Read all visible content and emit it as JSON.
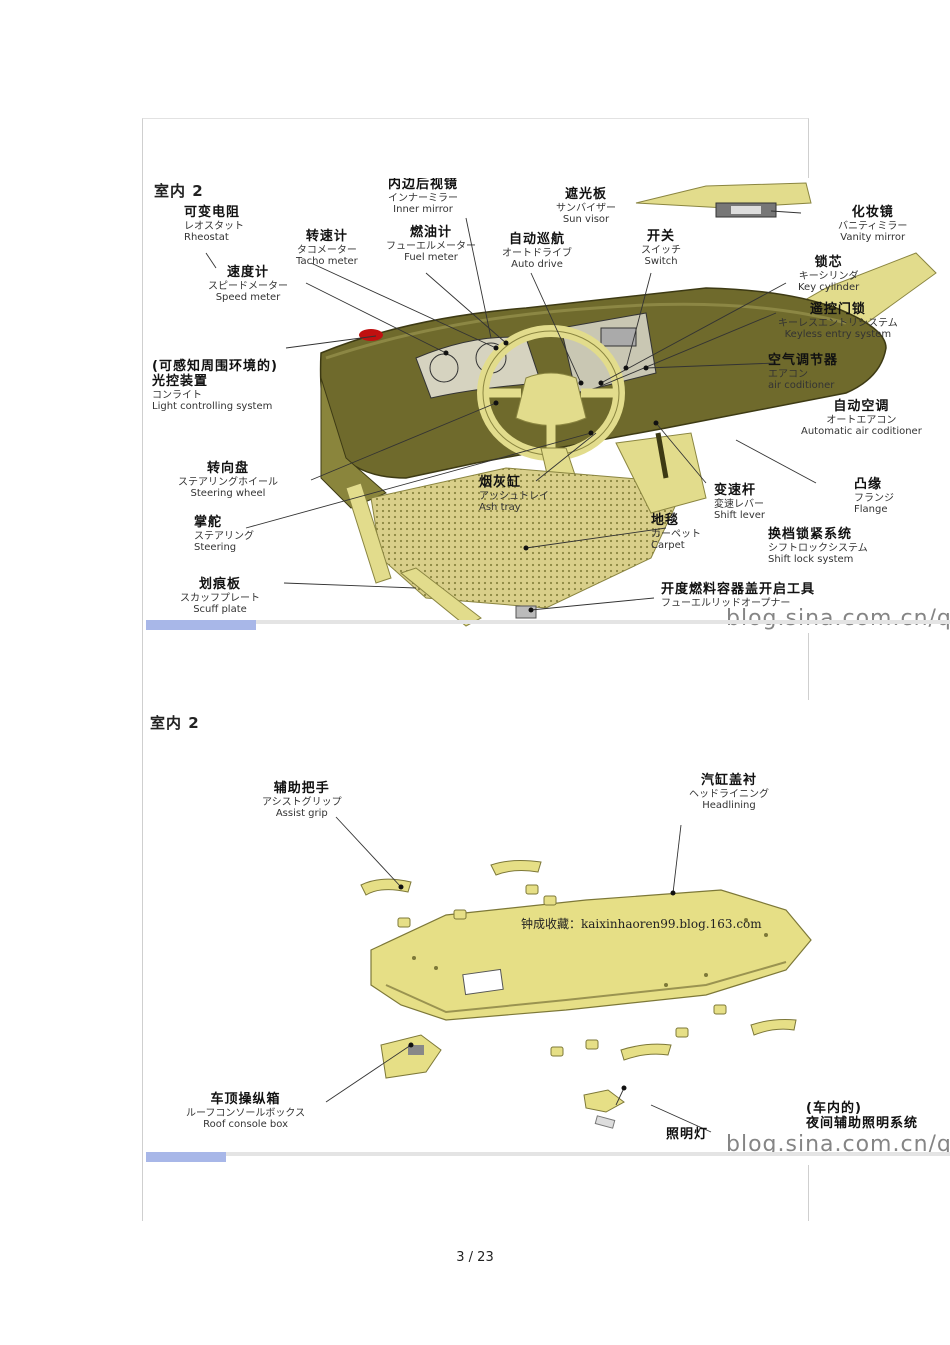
{
  "panel1": {
    "title": "室内 2",
    "labels": {
      "rheostat": {
        "zh": "可变电阻",
        "ja": "レオスタット",
        "en": "Rheostat"
      },
      "speed": {
        "zh": "速度计",
        "ja": "スピードメーター",
        "en": "Speed meter"
      },
      "tacho": {
        "zh": "转速计",
        "ja": "タコメーター",
        "en": "Tacho meter"
      },
      "mirror": {
        "zh": "内边后视镜",
        "ja": "インナーミラー",
        "en": "Inner mirror"
      },
      "fuel": {
        "zh": "燃油计",
        "ja": "フューエルメーター",
        "en": "Fuel meter"
      },
      "auto_drive": {
        "zh": "自动巡航",
        "ja": "オートドライブ",
        "en": "Auto drive"
      },
      "sun_visor": {
        "zh": "遮光板",
        "ja": "サンバイザー",
        "en": "Sun visor"
      },
      "switch": {
        "zh": "开关",
        "ja": "スイッチ",
        "en": "Switch"
      },
      "vanity": {
        "zh": "化妆镜",
        "ja": "バニティミラー",
        "en": "Vanity mirror"
      },
      "key_cyl": {
        "zh": "锁芯",
        "ja": "キーシリンダ",
        "en": "Key cylinder"
      },
      "keyless": {
        "zh": "遥控门锁",
        "ja": "キーレスエントリシステム",
        "en": "Keyless entry system"
      },
      "light_ctrl": {
        "zh1": "(可感知周围环境的)",
        "zh": "光控装置",
        "ja": "コンライト",
        "en": "Light controlling system"
      },
      "aircon": {
        "zh": "空气调节器",
        "ja": "エアコン",
        "en": "air coditioner"
      },
      "auto_ac": {
        "zh": "自动空调",
        "ja": "オートエアコン",
        "en": "Automatic air coditioner"
      },
      "wheel": {
        "zh": "转向盘",
        "ja": "ステアリングホイール",
        "en": "Steering wheel"
      },
      "ash": {
        "zh": "烟灰缸",
        "ja": "アッシュトレイ",
        "en": "Ash tray"
      },
      "shift": {
        "zh": "变速杆",
        "ja": "変速レバー",
        "en": "Shift lever"
      },
      "flange": {
        "zh": "凸缘",
        "ja": "フランジ",
        "en": "Flange"
      },
      "steering": {
        "zh": "掌舵",
        "ja": "ステアリング",
        "en": "Steering"
      },
      "carpet": {
        "zh": "地毯",
        "ja": "カーペット",
        "en": "Carpet"
      },
      "shift_lock": {
        "zh": "换档锁紧系统",
        "ja": "シフトロックシステム",
        "en": "Shift lock system"
      },
      "scuff": {
        "zh": "划痕板",
        "ja": "スカッフプレート",
        "en": "Scuff plate"
      },
      "fuel_lid": {
        "zh": "开度燃料容器盖开启工具",
        "ja": "フューエルリッドオープナー",
        "en": ""
      }
    },
    "watermark": "blog.sina.com.cn/qc"
  },
  "panel2": {
    "title": "室内 2",
    "labels": {
      "grip": {
        "zh": "辅助把手",
        "ja": "アシストグリップ",
        "en": "Assist grip"
      },
      "headlining": {
        "zh": "汽缸盖衬",
        "ja": "ヘッドライニング",
        "en": "Headlining"
      },
      "console": {
        "zh": "车顶操纵箱",
        "ja": "ルーフコンソールボックス",
        "en": "Roof console box"
      },
      "night_light": {
        "zh1": "(车内的)",
        "zh": "夜间辅助照明系统"
      },
      "lamp": {
        "zh": "照明灯"
      }
    },
    "stamp": "钟成收藏：kaixinhaoren99.blog.163.com",
    "watermark": "blog.sina.com.cn/qc"
  },
  "footer": {
    "page": "3 / 23"
  },
  "colors": {
    "body": "#6f6a2c",
    "trim": "#e2dc8c",
    "carpet": "#d9cf8a",
    "headlining": "#e6df86"
  }
}
